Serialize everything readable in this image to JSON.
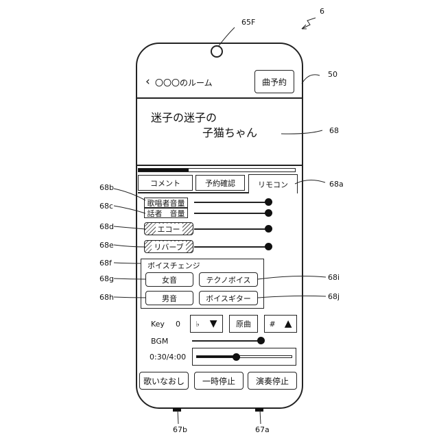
{
  "refs": {
    "device": "6",
    "camera": "65F",
    "header": "50",
    "display": "68",
    "tabs_ref": "68a",
    "singer_vol": "68b",
    "speaker_vol": "68c",
    "echo": "68d",
    "reverb": "68e",
    "voice_change": "68f",
    "female": "68g",
    "male": "68h",
    "techno": "68i",
    "guitar": "68j",
    "port_left": "67b",
    "port_right": "67a"
  },
  "header": {
    "back_label": "〇〇〇のルーム",
    "reserve_button": "曲予約"
  },
  "song": {
    "line1": "迷子の迷子の",
    "line2": "子猫ちゃん"
  },
  "progress": {
    "fraction": 0.32
  },
  "tabs": [
    {
      "label": "コメント"
    },
    {
      "label": "予約確認"
    },
    {
      "label": "リモコン"
    }
  ],
  "controls": {
    "singer_volume": {
      "label": "歌唱者音量",
      "level": 0.96
    },
    "speaker_volume": {
      "label": "話者　音量",
      "level": 0.96
    },
    "echo": {
      "label": "エコー",
      "level": 0.96
    },
    "reverb": {
      "label": "リバーブ",
      "level": 0.96
    }
  },
  "voice_change": {
    "title": "ボイスチェンジ",
    "buttons": [
      "女音",
      "テクノボイス",
      "男音",
      "ボイスギター"
    ]
  },
  "key": {
    "label": "Key",
    "value": "0",
    "flat": "♭",
    "original": "原曲",
    "sharp": "#"
  },
  "bgm": {
    "label": "BGM",
    "level": 0.97
  },
  "time": {
    "label": "0:30/4:00",
    "fraction": 0.42
  },
  "bottom_buttons": [
    "歌いなおし",
    "一時停止",
    "演奏停止"
  ]
}
